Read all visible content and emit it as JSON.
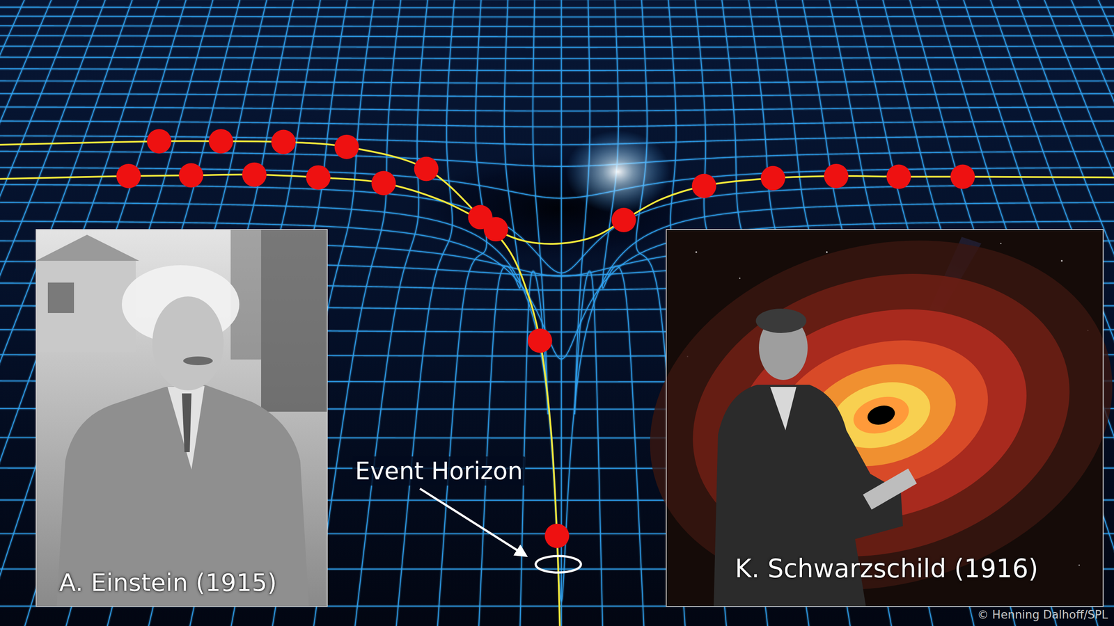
{
  "diagram": {
    "nodes": [
      {
        "text": [
          "A. Einstein (1915)"
        ]
      },
      {
        "text": [
          "K. Schwarzschild (1916)"
        ]
      }
    ],
    "labels": [
      "Event Horizon",
      "© Henning Dalhoff/SPL"
    ]
  }
}
